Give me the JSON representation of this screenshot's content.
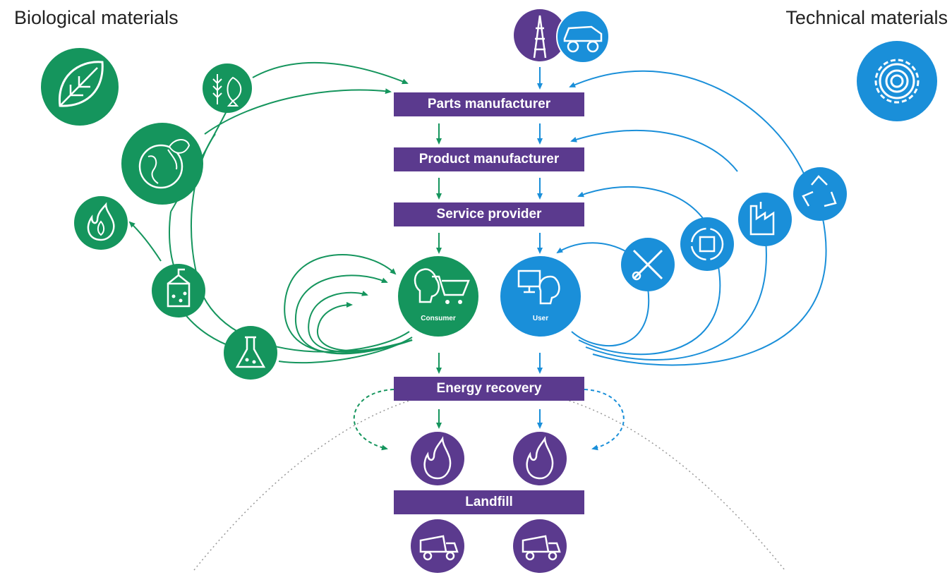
{
  "headers": {
    "biological": "Biological materials",
    "technical": "Technical materials"
  },
  "stages": [
    {
      "id": "parts",
      "label": "Parts manufacturer"
    },
    {
      "id": "product",
      "label": "Product manufacturer"
    },
    {
      "id": "service",
      "label": "Service provider"
    },
    {
      "id": "energy",
      "label": "Energy recovery"
    },
    {
      "id": "landfill",
      "label": "Landfill"
    }
  ],
  "nodes": {
    "consumer": "Consumer",
    "user": "User"
  },
  "colors": {
    "biological": "#15955d",
    "technical": "#1a8fd9",
    "stage": "#5b3a8e"
  },
  "icons": {
    "biological": [
      "leaf-icon",
      "grain-fish-icon",
      "earth-leaf-icon",
      "biofuel-flame-icon",
      "biogas-container-icon",
      "lab-flask-icon"
    ],
    "technical": [
      "oil-rig-icon",
      "mining-truck-icon",
      "gear-icon",
      "recycle-icon",
      "factory-icon",
      "refurbish-icon",
      "repair-tools-icon"
    ],
    "end_of_life": [
      "flame-icon",
      "dump-truck-icon"
    ]
  }
}
